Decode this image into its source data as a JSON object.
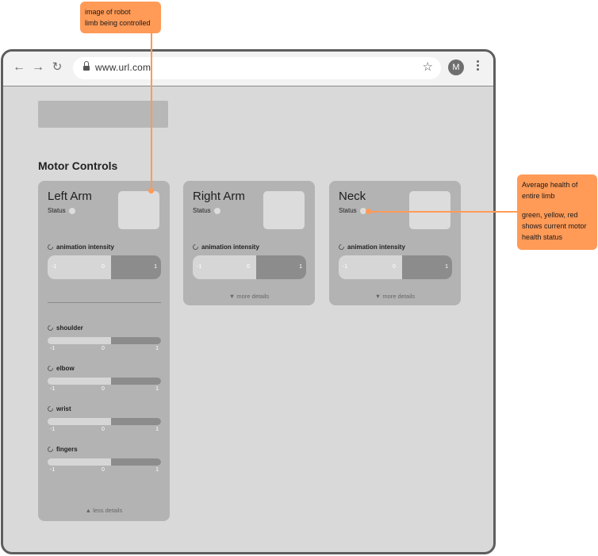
{
  "browser": {
    "url": "www.url.com",
    "avatar_letter": "M"
  },
  "page": {
    "section_title": "Motor Controls"
  },
  "cards": [
    {
      "title": "Left Arm",
      "status_label": "Status",
      "control_label": "animation intensity",
      "slider": {
        "min": "-1",
        "mid": "0",
        "max": "1"
      },
      "toggle_label": "less details",
      "joints": [
        {
          "label": "shoulder",
          "min": "-1",
          "mid": "0",
          "max": "1"
        },
        {
          "label": "elbow",
          "min": "-1",
          "mid": "0",
          "max": "1"
        },
        {
          "label": "wrist",
          "min": "-1",
          "mid": "0",
          "max": "1"
        },
        {
          "label": "fingers",
          "min": "-1",
          "mid": "0",
          "max": "1"
        }
      ]
    },
    {
      "title": "Right Arm",
      "status_label": "Status",
      "control_label": "animation intensity",
      "slider": {
        "min": "-1",
        "mid": "0",
        "max": "1"
      },
      "toggle_label": "more details"
    },
    {
      "title": "Neck",
      "status_label": "Status",
      "control_label": "animation intensity",
      "slider": {
        "min": "-1",
        "mid": "0",
        "max": "1"
      },
      "toggle_label": "more details"
    }
  ],
  "annotations": {
    "image_note": [
      "image of robot",
      "limb being controlled"
    ],
    "health_note": [
      "Average health of",
      "entire limb",
      "green, yellow, red",
      "shows current motor",
      "health status"
    ]
  },
  "colors": {
    "annotation": "#ff9a57",
    "card": "#b3b3b3",
    "page_bg": "#d9d9d9"
  }
}
